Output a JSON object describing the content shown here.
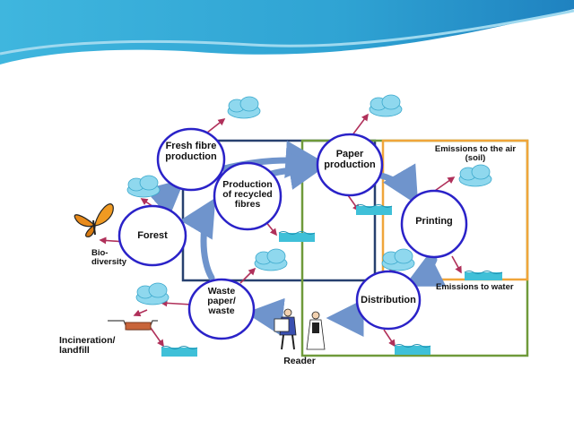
{
  "diagram": {
    "nodes": {
      "fresh_fibre": "Fresh fibre production",
      "paper_production": "Paper production",
      "recycled": "Production of recycled fibres",
      "forest": "Forest",
      "printing": "Printing",
      "waste": "Waste paper/ waste",
      "distribution": "Distribution"
    },
    "labels": {
      "emissions_air": "Emissions to the air (soil)",
      "emissions_water": "Emissions to water",
      "biodiversity": "Bio-diversity",
      "incineration": "Incineration/ landfill",
      "reader": "Reader"
    },
    "colors": {
      "node_border": "#2a22c8",
      "process_arrow": "#6f94cc",
      "emission_arrow": "#b0305a",
      "box_blue": "#27406f",
      "box_green": "#6f9a3a",
      "box_orange": "#f0a53a",
      "water": "#3fc0d8",
      "cloud": "#8fd8ee",
      "header_blue": "#36b5dd"
    }
  }
}
